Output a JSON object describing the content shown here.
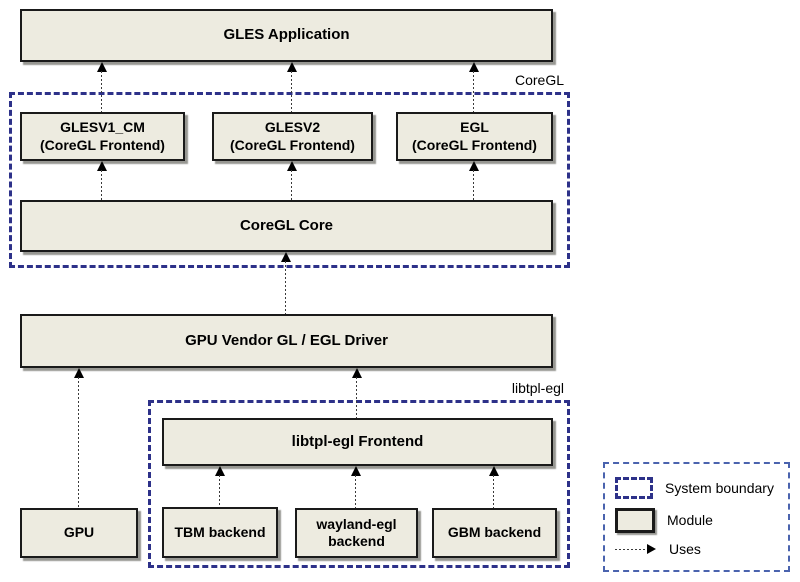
{
  "boxes": {
    "gles_app": {
      "label": "GLES Application"
    },
    "glesv1_cm": {
      "label": "GLESV1_CM\n(CoreGL Frontend)"
    },
    "glesv2": {
      "label": "GLESV2\n(CoreGL Frontend)"
    },
    "egl": {
      "label": "EGL\n(CoreGL Frontend)"
    },
    "coregl_core": {
      "label": "CoreGL Core"
    },
    "gpu_vendor": {
      "label": "GPU Vendor GL / EGL Driver"
    },
    "libtpl_frontend": {
      "label": "libtpl-egl Frontend"
    },
    "gpu": {
      "label": "GPU"
    },
    "tbm": {
      "label": "TBM backend"
    },
    "wayland": {
      "label": "wayland-egl\nbackend"
    },
    "gbm": {
      "label": "GBM backend"
    }
  },
  "boundaries": {
    "coregl": {
      "label": "CoreGL"
    },
    "libtpl_egl": {
      "label": "libtpl-egl"
    }
  },
  "legend": {
    "items": [
      {
        "label": "System boundary"
      },
      {
        "label": "Module"
      },
      {
        "label": "Uses"
      }
    ]
  },
  "colors": {
    "module_fill": "#edebe0",
    "module_border": "#1a1a1a",
    "boundary": "#2d3189",
    "legend_border": "#4a63ae",
    "arrow": "#3a3a3a",
    "background": "#ffffff"
  }
}
